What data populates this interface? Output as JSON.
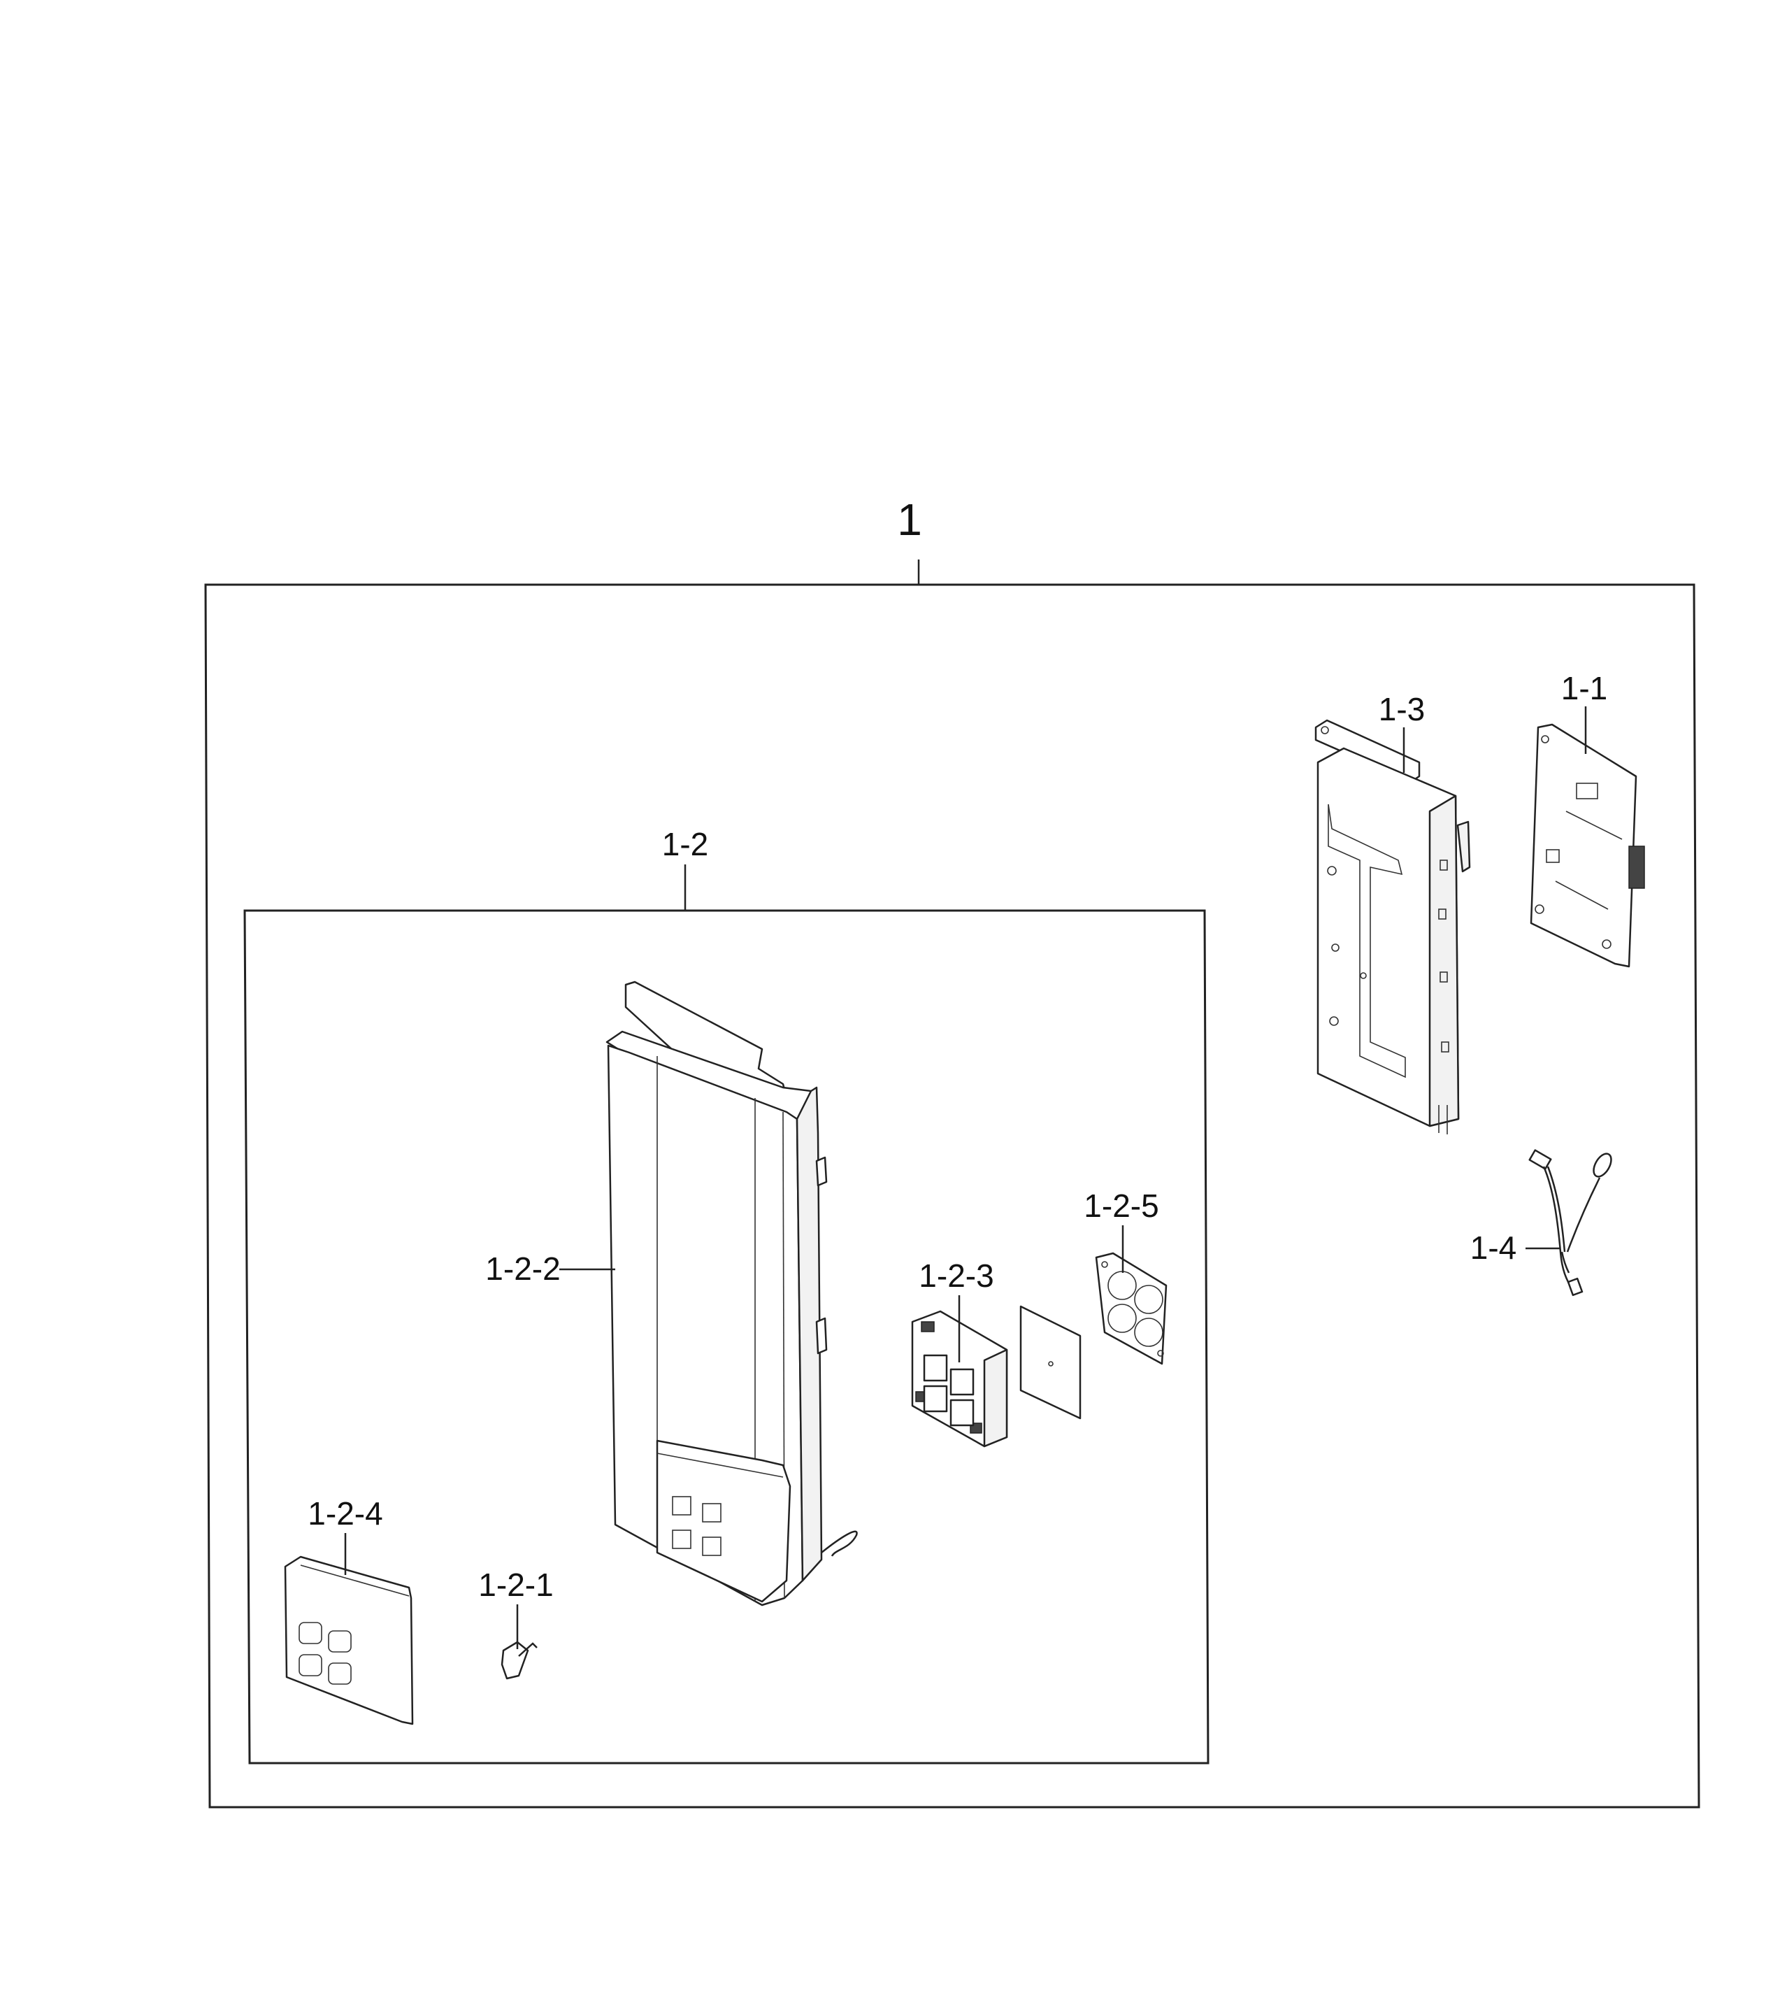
{
  "labels": {
    "assembly": "1",
    "pcb": "1-1",
    "cover_assy": "1-2",
    "bracket": "1-3",
    "wire_harness": "1-4",
    "clip": "1-2-1",
    "cover": "1-2-2",
    "button_board": "1-2-3",
    "button_cap": "1-2-4",
    "button_membrane": "1-2-5"
  }
}
